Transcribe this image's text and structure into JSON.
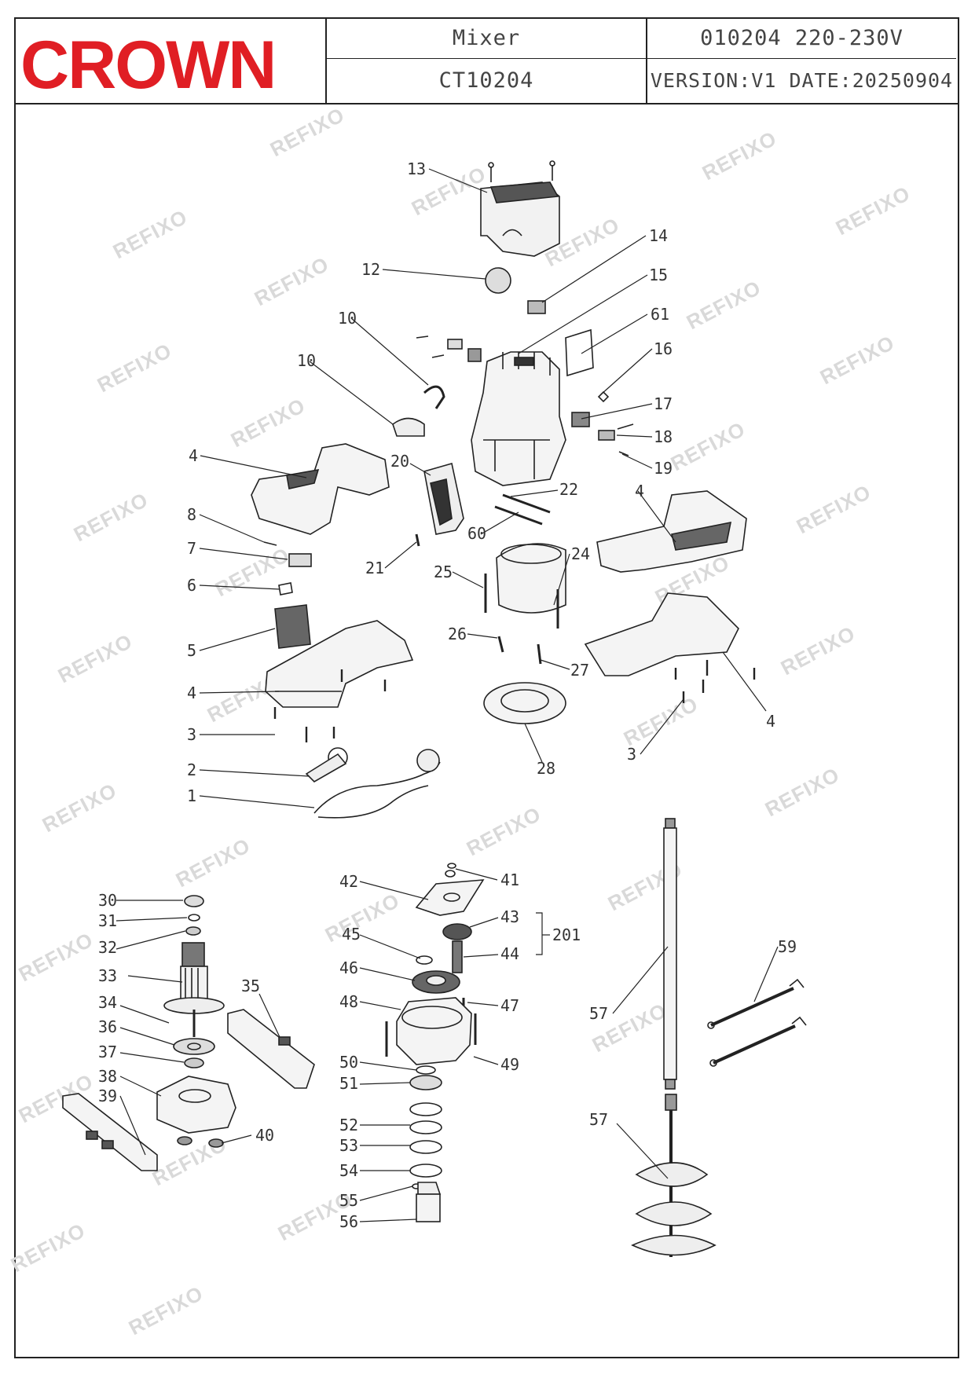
{
  "header": {
    "brand": "CROWN",
    "product": "Mixer",
    "model": "CT10204",
    "code_voltage": "010204  220-230V",
    "version_date": "VERSION:V1  DATE:20250904"
  },
  "watermark": "REFIXO",
  "labels": {
    "l13": "13",
    "l14": "14",
    "l12": "12",
    "l15": "15",
    "l61": "61",
    "l10a": "10",
    "l10b": "10",
    "l16": "16",
    "l17": "17",
    "l18": "18",
    "l19": "19",
    "l4a": "4",
    "l20": "20",
    "l4b": "4",
    "l22": "22",
    "l60": "60",
    "l8": "8",
    "l7": "7",
    "l21": "21",
    "l25": "25",
    "l24": "24",
    "l6": "6",
    "l5": "5",
    "l26": "26",
    "l27": "27",
    "l4c": "4",
    "l3a": "3",
    "l4d": "4",
    "l3b": "3",
    "l2": "2",
    "l28": "28",
    "l1": "1",
    "l30": "30",
    "l31": "31",
    "l32": "32",
    "l33": "33",
    "l34": "34",
    "l35": "35",
    "l36": "36",
    "l37": "37",
    "l38": "38",
    "l39": "39",
    "l40": "40",
    "l42": "42",
    "l41": "41",
    "l43": "43",
    "l45": "45",
    "l201": "201",
    "l44": "44",
    "l46": "46",
    "l48": "48",
    "l47": "47",
    "l50": "50",
    "l49": "49",
    "l51": "51",
    "l52": "52",
    "l53": "53",
    "l54": "54",
    "l55": "55",
    "l56": "56",
    "l57a": "57",
    "l57b": "57",
    "l59": "59"
  }
}
